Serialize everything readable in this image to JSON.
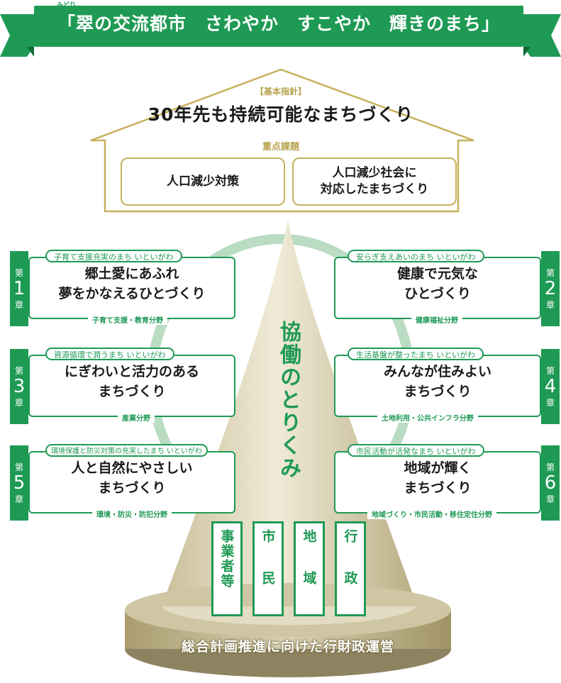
{
  "slogan": {
    "ruby": "みどり",
    "text": "「翠の交流都市　さわやか　すこやか　輝きのまち」"
  },
  "policy": {
    "label": "【基本指針】",
    "title": "30年先も持続可能なまちづくり",
    "issues_label": "重点課題",
    "issues": [
      "人口減少対策",
      "人口減少社会に\n対応したまちづくり"
    ]
  },
  "chapters": [
    {
      "dai": "第",
      "num": "1",
      "sho": "章",
      "subtitle": "子育て支援充実のまち いといがわ",
      "title": "郷土愛にあふれ\n夢をかなえるひとづくり",
      "field": "子育て支援・教育分野"
    },
    {
      "dai": "第",
      "num": "2",
      "sho": "章",
      "subtitle": "安らぎ支えあいのまち いといがわ",
      "title": "健康で元気な\nひとづくり",
      "field": "健康福祉分野"
    },
    {
      "dai": "第",
      "num": "3",
      "sho": "章",
      "subtitle": "資源循環で潤うまち いといがわ",
      "title": "にぎわいと活力のある\nまちづくり",
      "field": "産業分野"
    },
    {
      "dai": "第",
      "num": "4",
      "sho": "章",
      "subtitle": "生活基盤が整ったまち いといがわ",
      "title": "みんなが住みよい\nまちづくり",
      "field": "土地利用・公共インフラ分野"
    },
    {
      "dai": "第",
      "num": "5",
      "sho": "章",
      "subtitle": "環境保護と防災対策の充実したまち いといがわ",
      "title": "人と自然にやさしい\nまちづくり",
      "field": "環境・防災・防犯分野"
    },
    {
      "dai": "第",
      "num": "6",
      "sho": "章",
      "subtitle": "市民活動が活発なまち いといがわ",
      "title": "地域が輝く\nまちづくり",
      "field": "地域づくり・市民活動・移住定住分野"
    }
  ],
  "cooperation": "協働のとりくみ",
  "actors": [
    "事業者等",
    "市民",
    "地域",
    "行政"
  ],
  "base": "総合計画推進に向けた行財政運営",
  "colors": {
    "green": "#1f9a55",
    "gold": "#c7b15c",
    "cone": "#d8d0b0",
    "ring": "#b9dcc3"
  }
}
